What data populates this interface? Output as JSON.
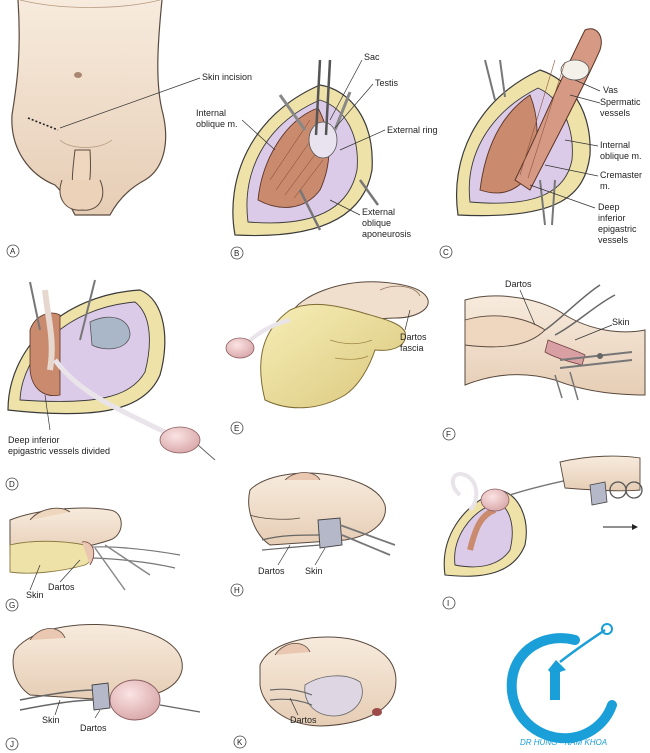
{
  "panels": [
    {
      "letter": "A",
      "labels": [
        "Skin incision"
      ]
    },
    {
      "letter": "B",
      "labels": [
        "Sac",
        "Testis",
        "Internal",
        "oblique m.",
        "External ring",
        "External",
        "oblique",
        "aponeurosis"
      ]
    },
    {
      "letter": "C",
      "labels": [
        "Vas",
        "Spermatic",
        "vessels",
        "Internal",
        "oblique m.",
        "Cremaster",
        "m.",
        "Deep",
        "inferior",
        "epigastric",
        "vessels"
      ]
    },
    {
      "letter": "D",
      "labels": [
        "Deep inferior",
        "epigastric vessels divided"
      ]
    },
    {
      "letter": "E",
      "labels": [
        "Dartos",
        "fascia"
      ]
    },
    {
      "letter": "F",
      "labels": [
        "Dartos",
        "Skin"
      ]
    },
    {
      "letter": "G",
      "labels": [
        "Skin",
        "Dartos"
      ]
    },
    {
      "letter": "H",
      "labels": [
        "Dartos",
        "Skin"
      ]
    },
    {
      "letter": "I",
      "labels": []
    },
    {
      "letter": "J",
      "labels": [
        "Skin",
        "Dartos"
      ]
    },
    {
      "letter": "K",
      "labels": [
        "Dartos"
      ]
    }
  ],
  "logo": {
    "text": "DR HUNG - NAM KHOA",
    "color": "#1a9fd8"
  },
  "colors": {
    "muscle": "#c98a6e",
    "fascia": "#d9c8e6",
    "fat": "#efe2a8",
    "skin": "#f3e3cf",
    "outline": "#3a3a3a"
  }
}
